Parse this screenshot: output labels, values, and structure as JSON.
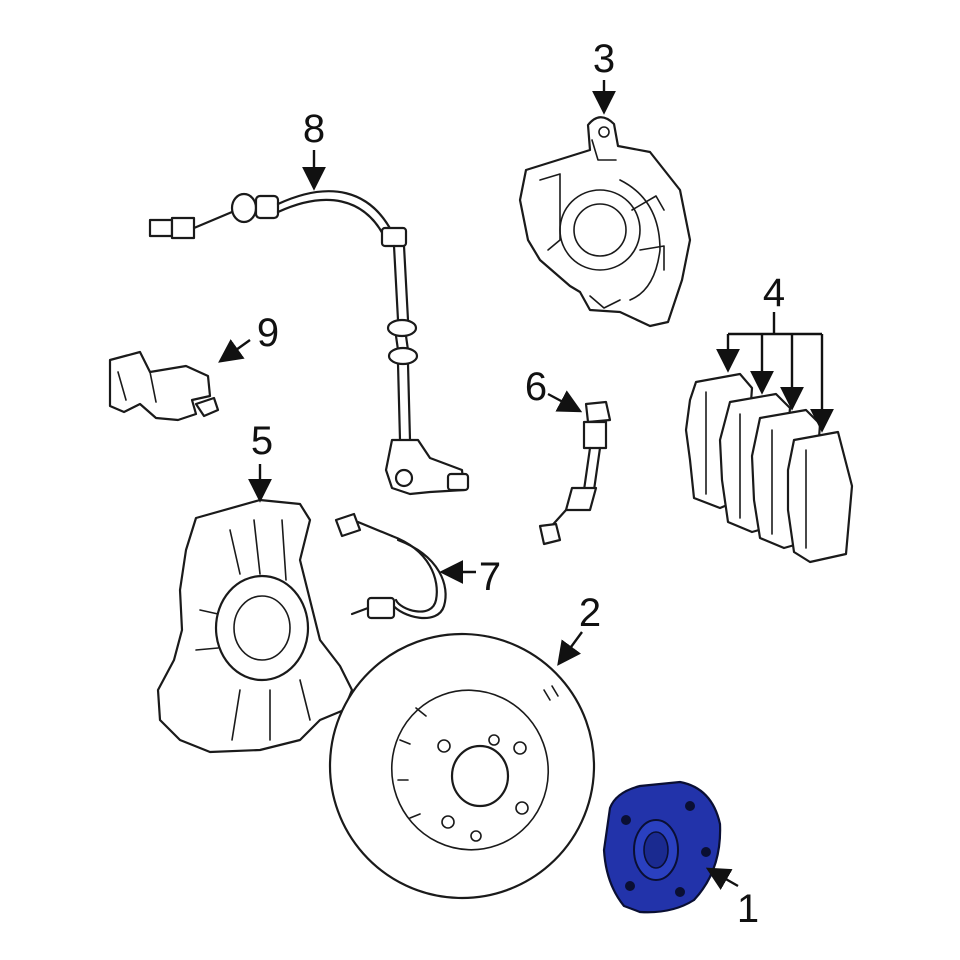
{
  "colors": {
    "highlight_fill": "#2233aa",
    "line": "#1a1a1a",
    "background": "#ffffff"
  },
  "callouts": [
    {
      "id": "1",
      "label": "1"
    },
    {
      "id": "2",
      "label": "2"
    },
    {
      "id": "3",
      "label": "3"
    },
    {
      "id": "4",
      "label": "4"
    },
    {
      "id": "5",
      "label": "5"
    },
    {
      "id": "6",
      "label": "6"
    },
    {
      "id": "7",
      "label": "7"
    },
    {
      "id": "8",
      "label": "8"
    },
    {
      "id": "9",
      "label": "9"
    }
  ]
}
